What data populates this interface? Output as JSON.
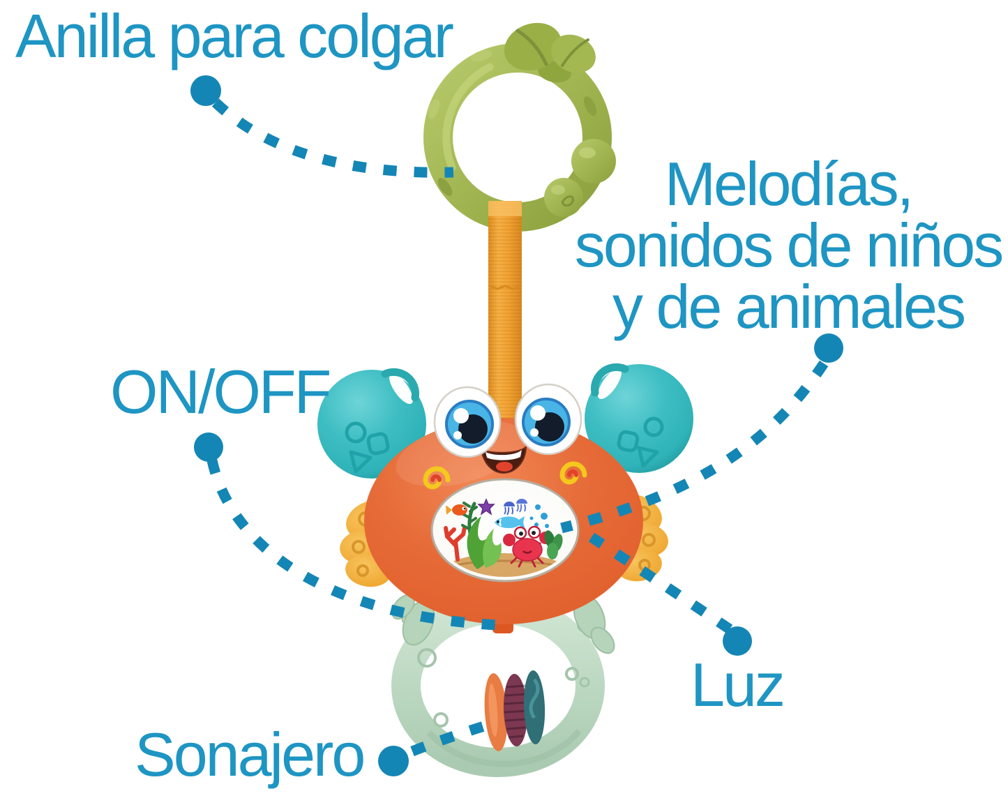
{
  "callouts": {
    "hanging_ring": {
      "label": "Anilla para colgar"
    },
    "melodies": {
      "line1": "Melodías,",
      "line2": "sonidos de niños",
      "line3": "y de animales"
    },
    "power": {
      "label": "ON/OFF"
    },
    "light": {
      "label": "Luz"
    },
    "rattle": {
      "label": "Sonajero"
    }
  },
  "illustration": {
    "subject": "crab-baby-rattle-toy",
    "parts": [
      "hanging-ring",
      "leaf-clasp",
      "ribbon",
      "left-claw",
      "right-claw",
      "crab-body",
      "eyes",
      "mouth",
      "cheek-swirls",
      "belly-screen",
      "side-legs",
      "rattle-ring",
      "rattle-discs",
      "power-tab"
    ]
  },
  "colors": {
    "label_text": "#1e95c3",
    "callout": "#1486b5",
    "ring_green": "#9db24d",
    "leaf_green": "#9ab047",
    "ribbon_orange": "#f3a333",
    "crab_orange": "#e2612e",
    "claw_teal": "#2fb3b8",
    "cheek_yellow": "#f4c81d",
    "legs_yellow": "#f0ad3a",
    "mint_green": "#bcd8c2",
    "disc_orange": "#e87c42",
    "disc_maroon": "#7c3850",
    "disc_teal": "#2f6f75",
    "eye_blue": "#49b4e6",
    "belly_white": "#faf8f4"
  }
}
